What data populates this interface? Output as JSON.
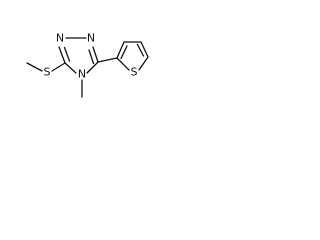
{
  "atoms": {
    "n1": "N",
    "n2": "N",
    "n4": "N",
    "s_methylthio": "S",
    "s_thiophene": "S"
  }
}
